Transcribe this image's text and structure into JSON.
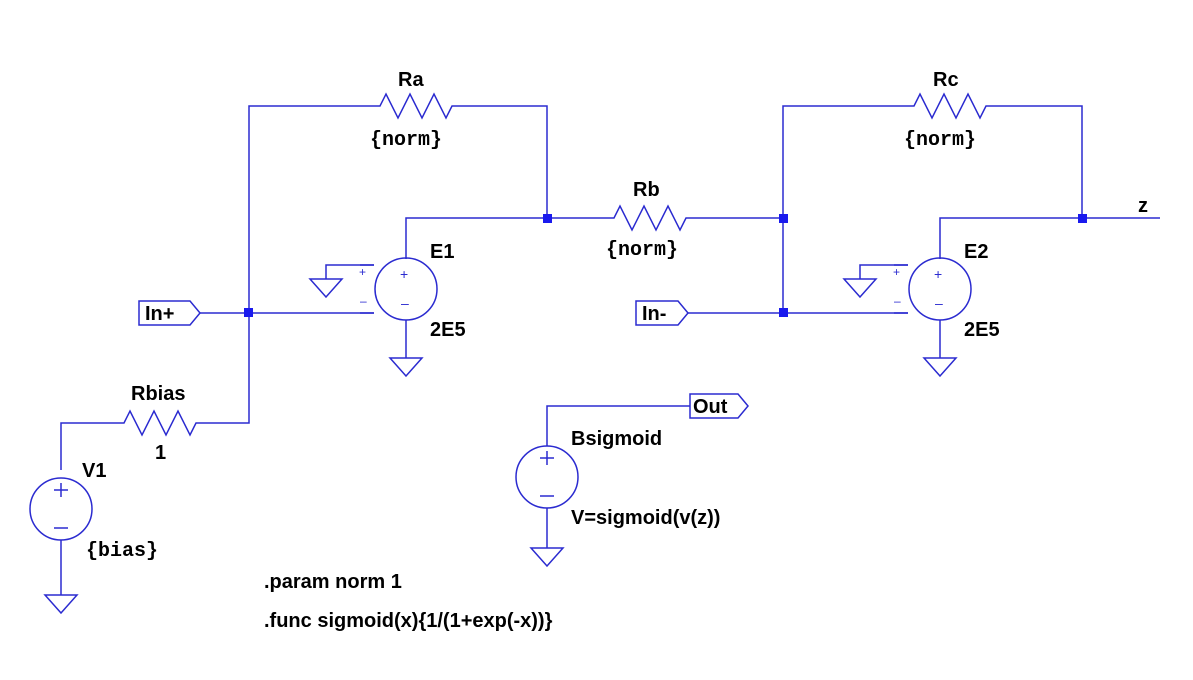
{
  "components": {
    "Ra": {
      "name": "Ra",
      "value": "{norm}"
    },
    "Rb": {
      "name": "Rb",
      "value": "{norm}"
    },
    "Rc": {
      "name": "Rc",
      "value": "{norm}"
    },
    "Rbias": {
      "name": "Rbias",
      "value": "1"
    },
    "E1": {
      "name": "E1",
      "value": "2E5"
    },
    "E2": {
      "name": "E2",
      "value": "2E5"
    },
    "V1": {
      "name": "V1",
      "value": "{bias}"
    },
    "Bsigmoid": {
      "name": "Bsigmoid",
      "value": "V=sigmoid(v(z))"
    }
  },
  "ports": {
    "in_plus": "In+",
    "in_minus": "In-",
    "out": "Out"
  },
  "net_labels": {
    "z": "z"
  },
  "directives": [
    ".param norm 1",
    ".func sigmoid(x){1/(1+exp(-x))}"
  ],
  "colors": {
    "wire": "#2b2bd0",
    "junction": "#1a1aee",
    "text": "#000000"
  }
}
